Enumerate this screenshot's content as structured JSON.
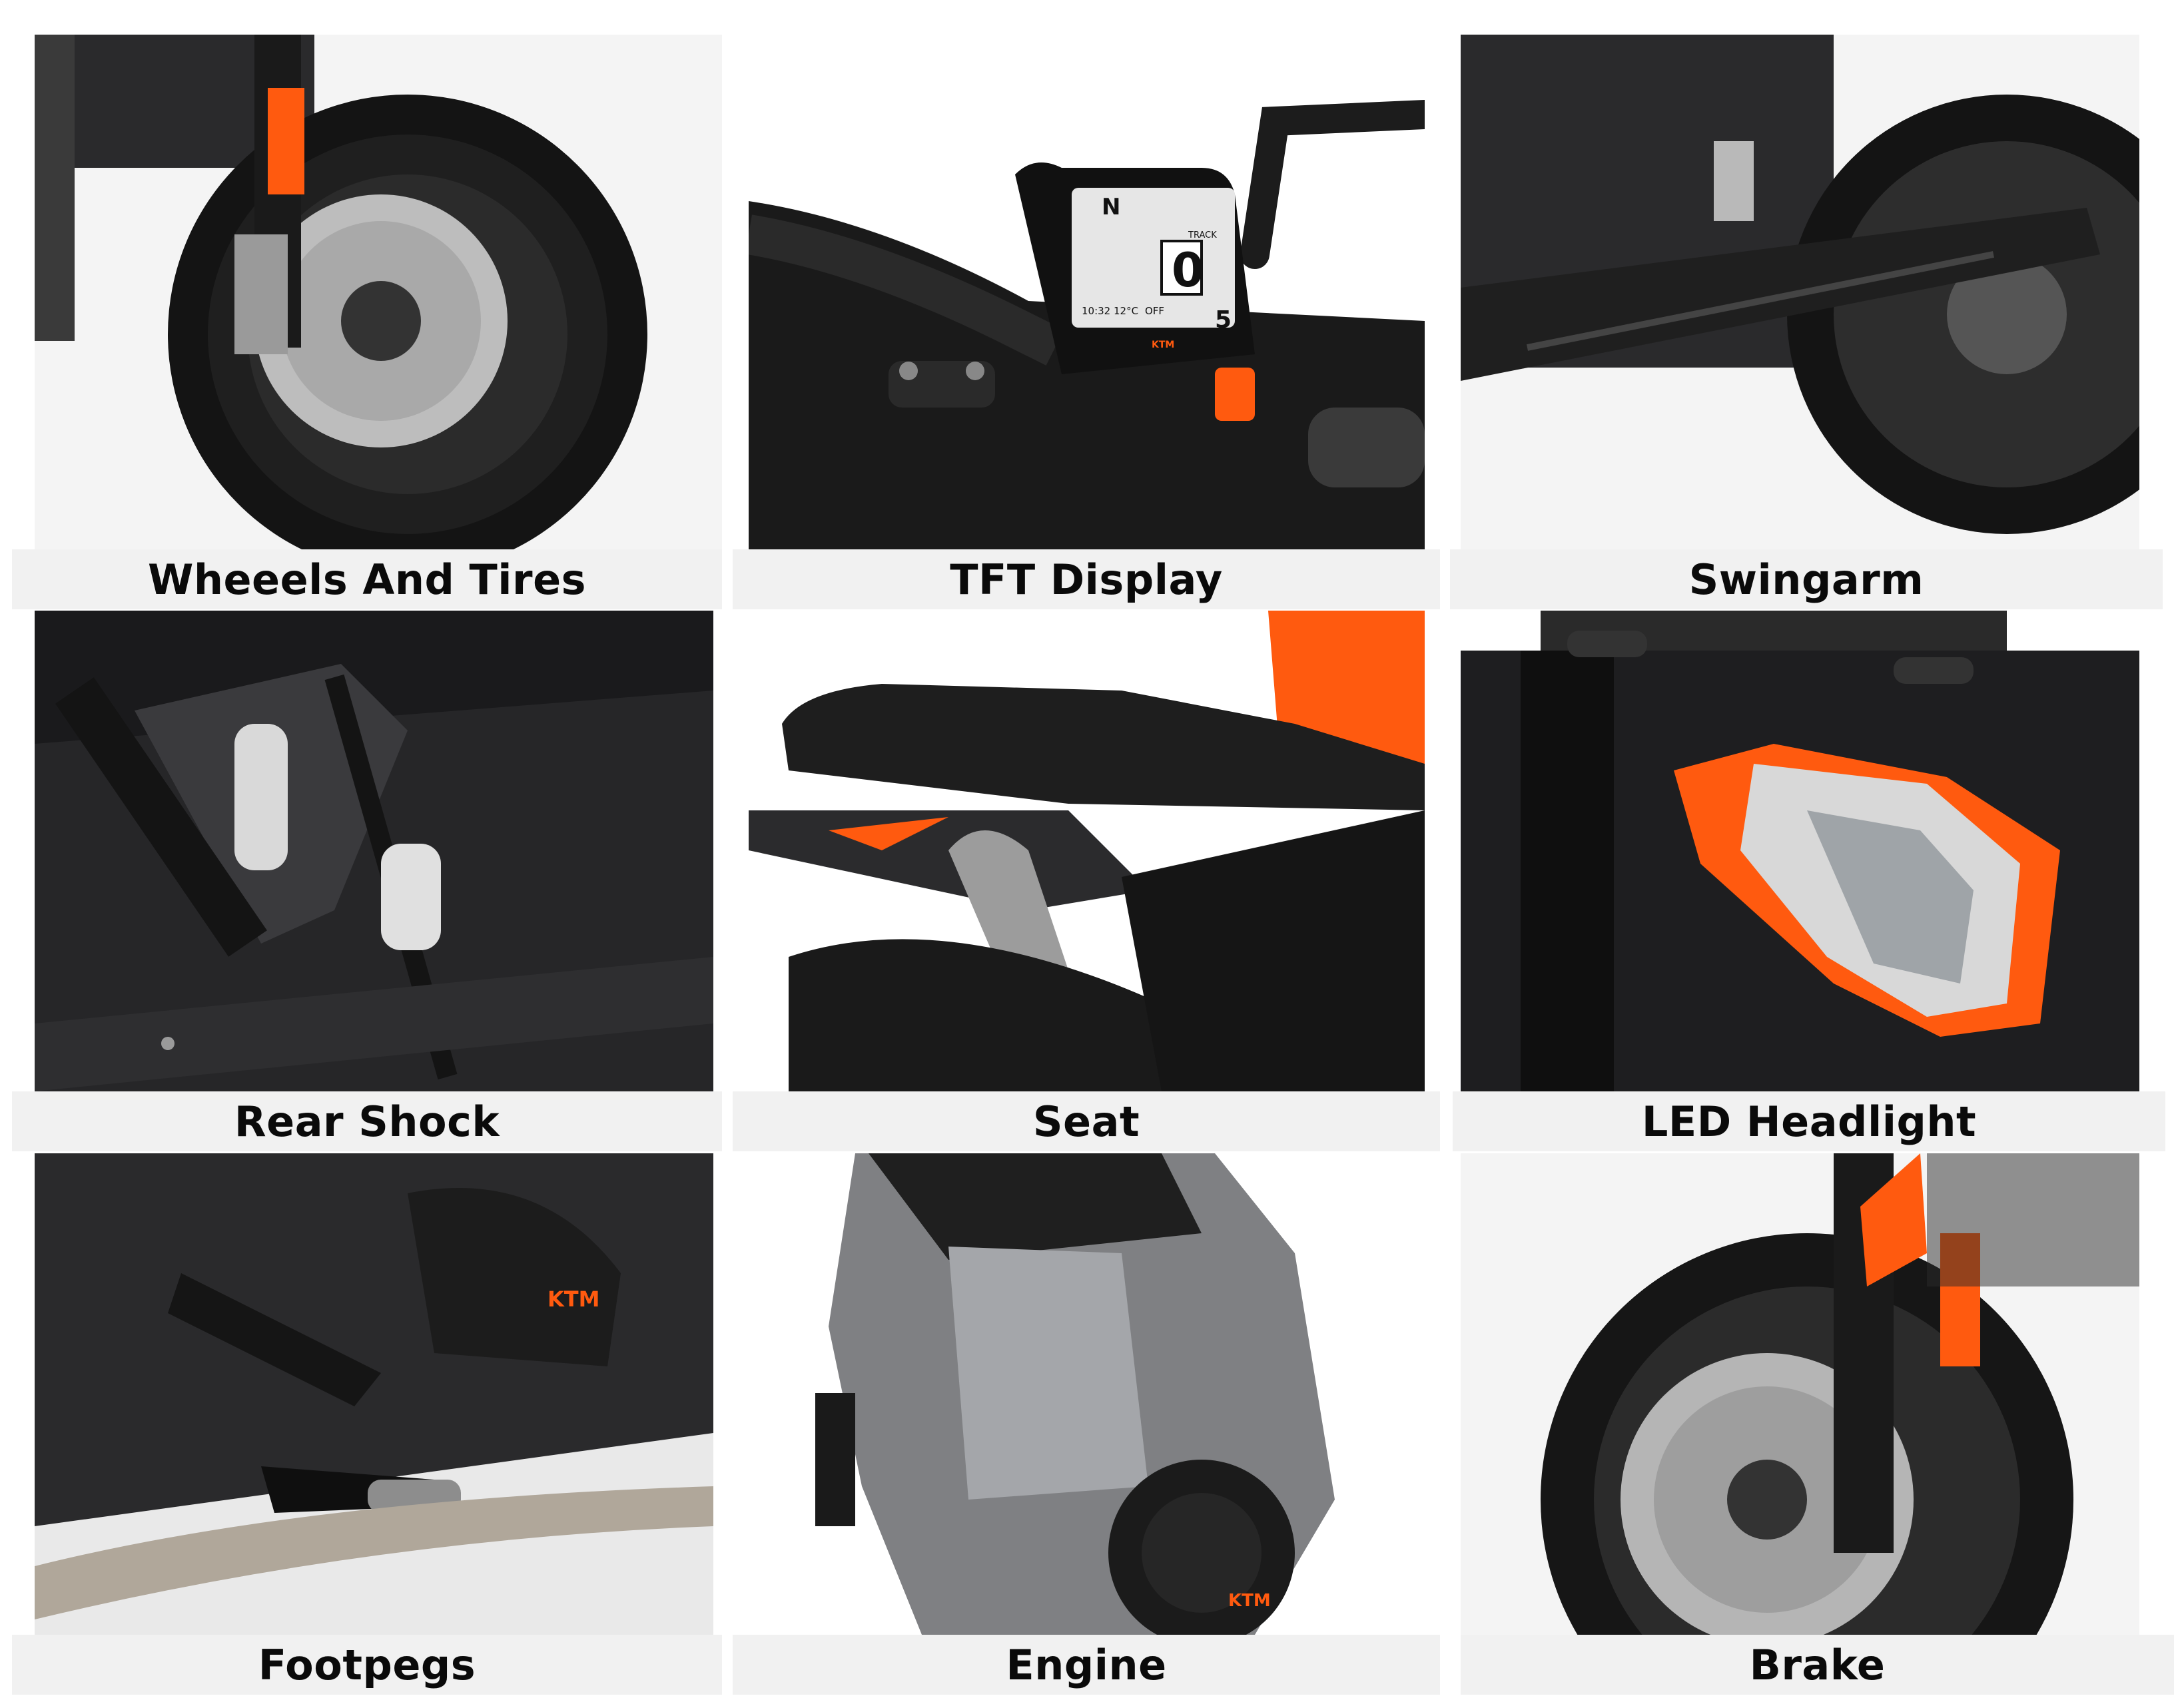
{
  "tiles": [
    {
      "caption": "Wheeels And Tires"
    },
    {
      "caption": "TFT Display"
    },
    {
      "caption": "Swingarm"
    },
    {
      "caption": "Rear Shock"
    },
    {
      "caption": "Seat"
    },
    {
      "caption": "LED Headlight"
    },
    {
      "caption": "Footpegs"
    },
    {
      "caption": "Engine"
    },
    {
      "caption": "Brake"
    }
  ],
  "display": {
    "gear": "N",
    "big_gear": "0",
    "mode": "TRACK",
    "time": "10:32",
    "temp": "12°C",
    "mode_value": "OFF",
    "ride_mode": "5",
    "brand": "KTM"
  },
  "logos": {
    "engine_cover": "KTM",
    "crankcase": "KTM"
  },
  "colors": {
    "accent_orange": "#ff5a0f",
    "caption_bg": "#f1f1f1",
    "frame_dark": "#1c1c1e"
  }
}
